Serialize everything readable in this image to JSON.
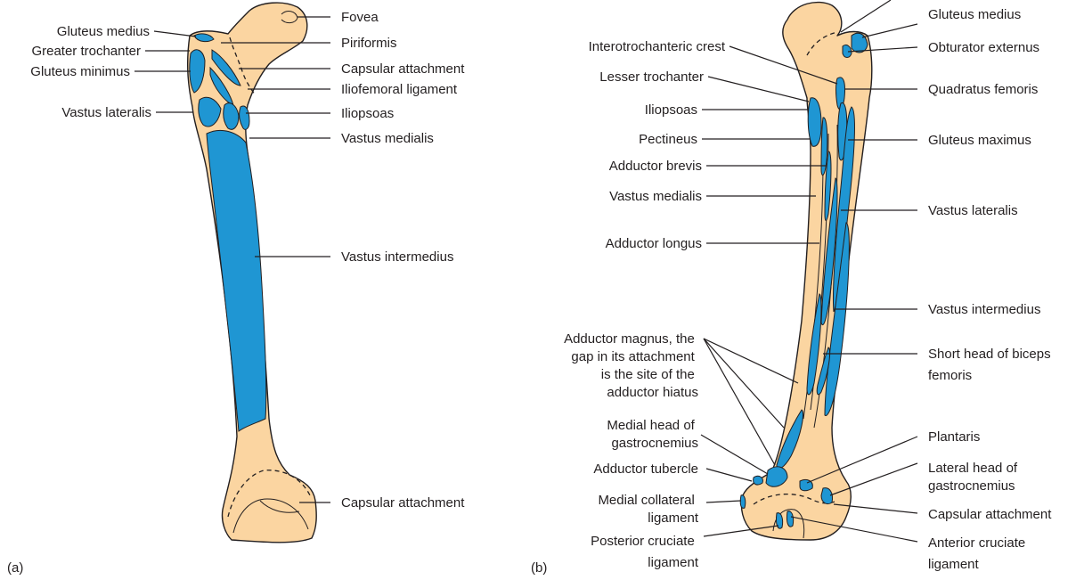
{
  "colors": {
    "bone": "#fbd5a1",
    "attachment": "#1f96d3",
    "line": "#231f20"
  },
  "panel_a": {
    "tag": "(a)",
    "labels": {
      "gluteus_medius": "Gluteus medius",
      "greater_trochanter": "Greater trochanter",
      "gluteus_minimus": "Gluteus minimus",
      "vastus_lateralis": "Vastus lateralis",
      "fovea": "Fovea",
      "piriformis": "Piriformis",
      "capsular_attachment_top": "Capsular attachment",
      "iliofemoral_ligament": "Iliofemoral ligament",
      "iliopsoas": "Iliopsoas",
      "vastus_medialis": "Vastus medialis",
      "vastus_intermedius": "Vastus intermedius",
      "capsular_attachment_bottom": "Capsular attachment"
    }
  },
  "panel_b": {
    "tag": "(b)",
    "labels": {
      "interotrochanteric_crest": "Interotrochanteric crest",
      "lesser_trochanter": "Lesser trochanter",
      "iliopsoas": "Iliopsoas",
      "pectineus": "Pectineus",
      "adductor_brevis": "Adductor brevis",
      "vastus_medialis": "Vastus medialis",
      "adductor_longus": "Adductor longus",
      "adductor_magnus": [
        "Adductor magnus, the",
        "gap in its attachment",
        "is the site of the",
        "adductor hiatus"
      ],
      "medial_head_gastrocnemius": [
        "Medial head of",
        "gastrocnemius"
      ],
      "adductor_tubercle": "Adductor tubercle",
      "medial_collateral_ligament": [
        "Medial collateral",
        "ligament"
      ],
      "posterior_cruciate_ligament": [
        "Posterior cruciate",
        "ligament"
      ],
      "gluteus_medius": "Gluteus medius",
      "obturator_externus": "Obturator externus",
      "quadratus_femoris": "Quadratus femoris",
      "gluteus_maximus": "Gluteus maximus",
      "vastus_lateralis": "Vastus lateralis",
      "vastus_intermedius": "Vastus intermedius",
      "short_head_biceps_femoris": [
        "Short head of biceps",
        "femoris"
      ],
      "plantaris": "Plantaris",
      "lateral_head_gastrocnemius": [
        "Lateral head of",
        "gastrocnemius"
      ],
      "capsular_attachment": "Capsular attachment",
      "anterior_cruciate_ligament": [
        "Anterior cruciate",
        "ligament"
      ]
    }
  }
}
